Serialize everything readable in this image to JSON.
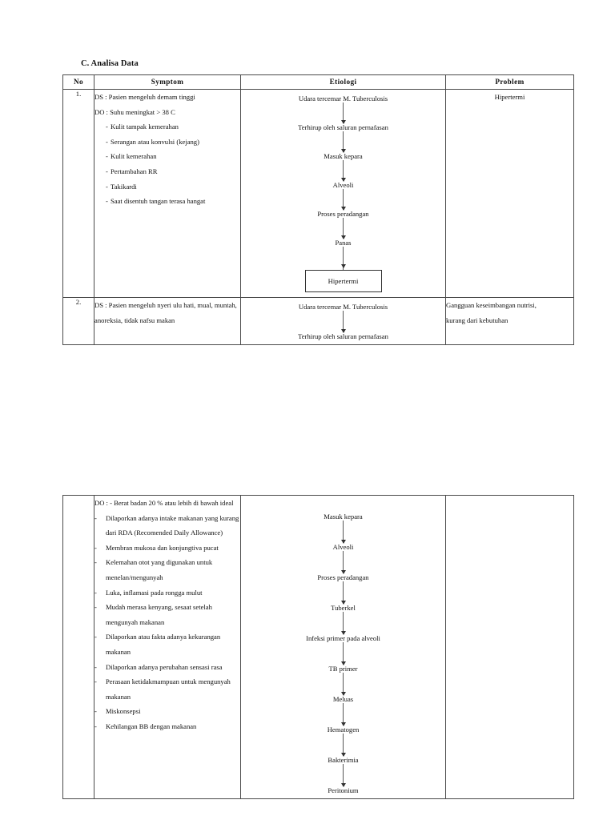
{
  "document": {
    "section_title": "C. Analisa Data"
  },
  "table": {
    "headers": [
      "No",
      "Symptom",
      "Etiologi",
      "Problem"
    ]
  },
  "rows": [
    {
      "no": "1.",
      "symptom": {
        "ds": "DS : Pasien mengeluh demam tinggi",
        "do": "DO : Suhu meningkat > 38 C",
        "items": [
          "Kulit tampak kemerahan",
          "Serangan atau konvulsi (kejang)",
          "Kulit kemerahan",
          "Pertambahan RR",
          "Takikardi",
          "Saat disentuh tangan terasa hangat"
        ]
      },
      "etiologi": {
        "nodes": [
          "Udara tercemar M. Tuberculosis",
          "Terhirup oleh saluran pernafasan",
          "Masuk kepara",
          "Alveoli",
          "Proses peradangan",
          "Panas"
        ],
        "box": "Hipertermi"
      },
      "problem": "Hipertermi"
    },
    {
      "no": "2.",
      "symptom": {
        "ds": "DS : Pasien mengeluh nyeri ulu hati, mual, muntah, anoreksia, tidak nafsu makan"
      },
      "etiologi": {
        "nodes": [
          "Udara tercemar M. Tuberculosis",
          "Terhirup oleh saluran pernafasan"
        ]
      },
      "problem_line1": "Gangguan keseimbangan nutrisi,",
      "problem_line2": "kurang dari kebutuhan"
    }
  ],
  "continuation": {
    "symptom": {
      "do_first": "DO : -    Berat badan 20 % atau lebih di bawah ideal",
      "items": [
        "Dilaporkan adanya intake makanan yang kurang dari RDA (Recomended Daily Allowance)",
        "Membran mukosa dan konjungtiva pucat",
        "Kelemahan otot yang digunakan untuk menelan/mengunyah",
        "Luka, inflamasi pada rongga mulut",
        "Mudah merasa kenyang, sesaat setelah mengunyah makanan",
        "Dilaporkan atau fakta adanya kekurangan makanan",
        "Dilaporkan adanya perubahan sensasi rasa",
        "Perasaan ketidakmampuan untuk mengunyah makanan",
        "Miskonsepsi",
        "Kehilangan BB dengan makanan"
      ]
    },
    "etiologi": {
      "nodes": [
        "Masuk kepara",
        "Alveoli",
        "Proses peradangan",
        "Tuberkel",
        "Infeksi primer pada alveoli",
        "TB primer",
        "Meluas",
        "Hematogen",
        "Bakterimia",
        "Peritonium"
      ]
    },
    "problem": ""
  }
}
